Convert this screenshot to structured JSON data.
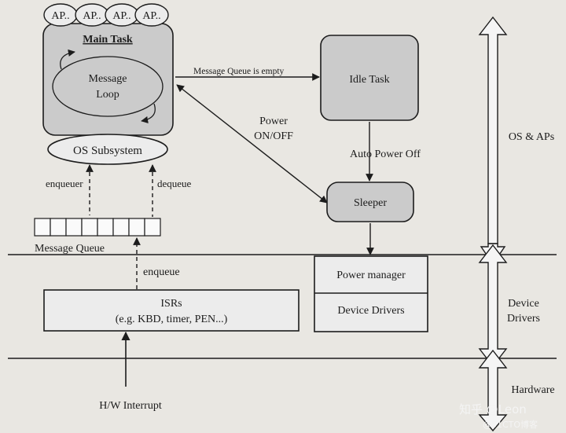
{
  "ap_bubbles": [
    "AP..",
    "AP..",
    "AP..",
    "AP.."
  ],
  "main_task": {
    "title": "Main Task",
    "loop_line1": "Message",
    "loop_line2": "Loop"
  },
  "os_subsystem": "OS Subsystem",
  "labels": {
    "enqueue_top": "enqueuer",
    "dequeue": "dequeue",
    "message_queue": "Message Queue",
    "enqueue_bottom": "enqueue",
    "queue_empty": "Message Queue is  empty",
    "power_line1": "Power",
    "power_line2": "ON/OFF",
    "auto_power_off": "Auto Power Off",
    "hw_interrupt": "H/W Interrupt"
  },
  "idle_task": "Idle Task",
  "sleeper": "Sleeper",
  "power_manager": "Power manager",
  "device_drivers_box": "Device Drivers",
  "isrs": {
    "line1": "ISRs",
    "line2": "(e.g. KBD, timer, PEN...)"
  },
  "layers": {
    "os_aps": "OS & APs",
    "device_drivers_line1": "Device",
    "device_drivers_line2": "Drivers",
    "hardware": "Hardware"
  },
  "watermark": {
    "line1": "知乎 @Leon",
    "line2": "@51CTO博客"
  },
  "colors": {
    "background": "#e9e7e2",
    "task_fill": "#cbcbcb",
    "ink": "#1c1c1c"
  }
}
